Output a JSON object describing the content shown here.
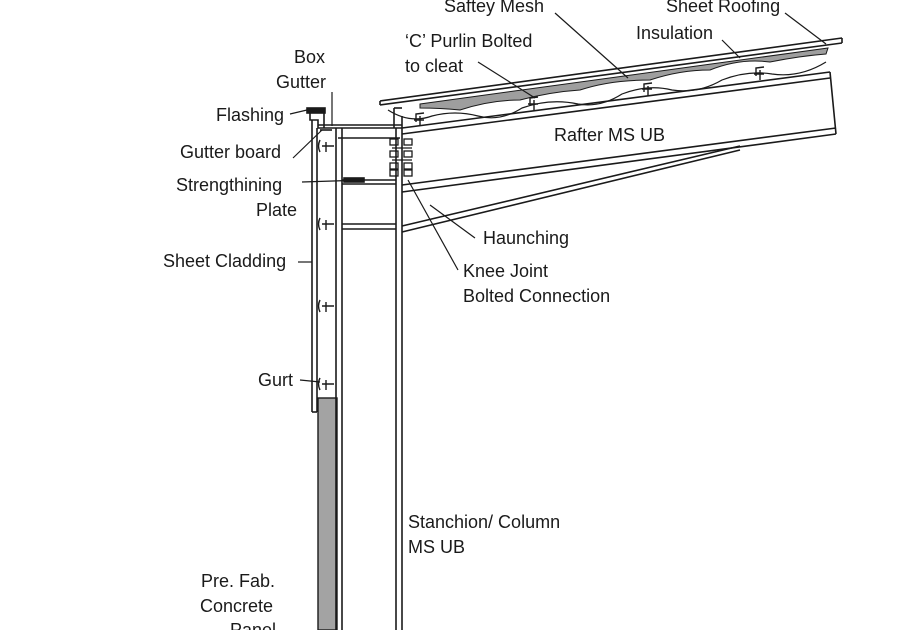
{
  "labels": {
    "safety_mesh": "Saftey Mesh",
    "sheet_roofing": "Sheet Roofing",
    "insulation": "Insulation",
    "box_gutter_1": "Box",
    "box_gutter_2": "Gutter",
    "c_purlin_1": "‘C’ Purlin Bolted",
    "c_purlin_2": "to cleat",
    "flashing": "Flashing",
    "gutter_board": "Gutter board",
    "rafter": "Rafter MS UB",
    "strengthening_1": "Strengthining",
    "strengthening_2": "Plate",
    "haunching": "Haunching",
    "sheet_cladding": "Sheet Cladding",
    "knee_joint_1": "Knee Joint",
    "knee_joint_2": "Bolted Connection",
    "gurt": "Gurt",
    "stanchion_1": "Stanchion/ Column",
    "stanchion_2": "MS UB",
    "precast_1": "Pre. Fab.",
    "precast_2": "Concrete",
    "precast_3": "Panel"
  },
  "colors": {
    "line": "#1a1a1a",
    "concrete_panel": "#a3a3a3",
    "insulation": "#9e9e9e",
    "background": "#ffffff"
  }
}
